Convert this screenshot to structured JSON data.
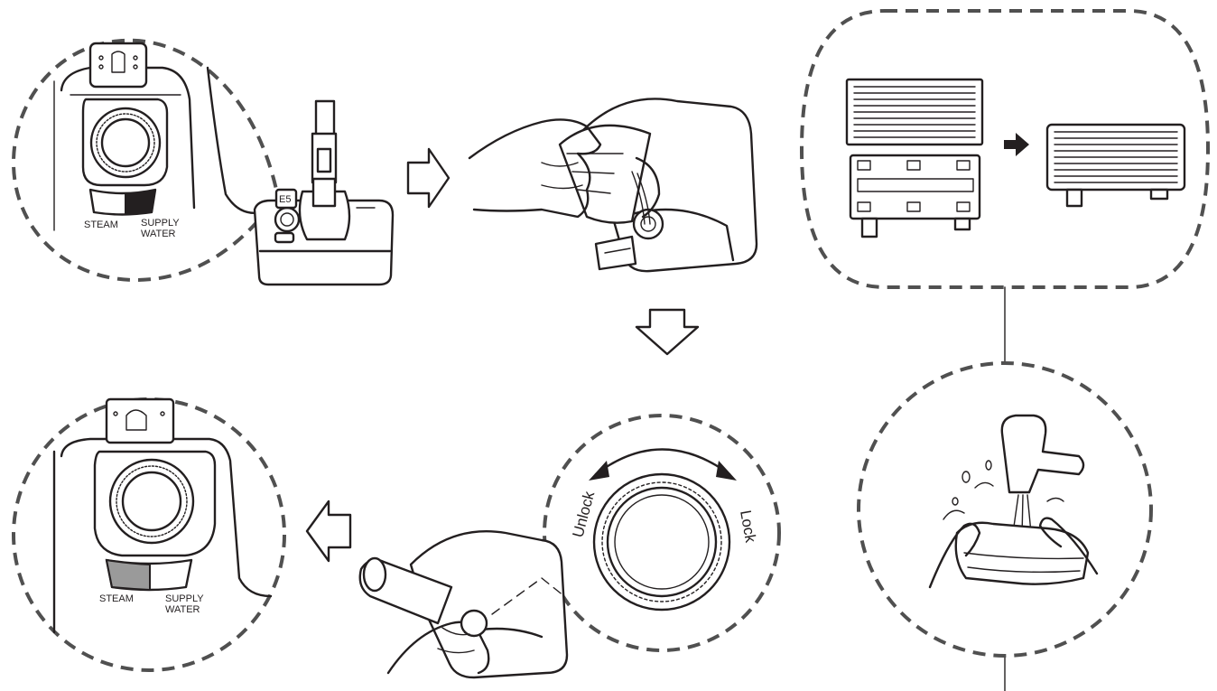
{
  "colors": {
    "line": "#231f20",
    "dashed_outline": "#505050",
    "steam_indicator_filled": "#231f20",
    "steam_indicator_shaded": "#9a9a9a",
    "background": "#ffffff"
  },
  "icons": [
    "hollow-right-arrow-icon",
    "hollow-down-arrow-icon",
    "hollow-left-arrow-icon",
    "solid-right-arrow-icon"
  ],
  "labels": {
    "top_inset": {
      "steam": "STEAM",
      "supply_line1": "SUPPLY",
      "supply_line2": "WATER",
      "knob_text": "E5"
    },
    "bottom_inset": {
      "steam": "STEAM",
      "supply_line1": "SUPPLY",
      "supply_line2": "WATER"
    },
    "cap_rotation": {
      "unlock": "Unlock",
      "lock": "Lock"
    }
  }
}
